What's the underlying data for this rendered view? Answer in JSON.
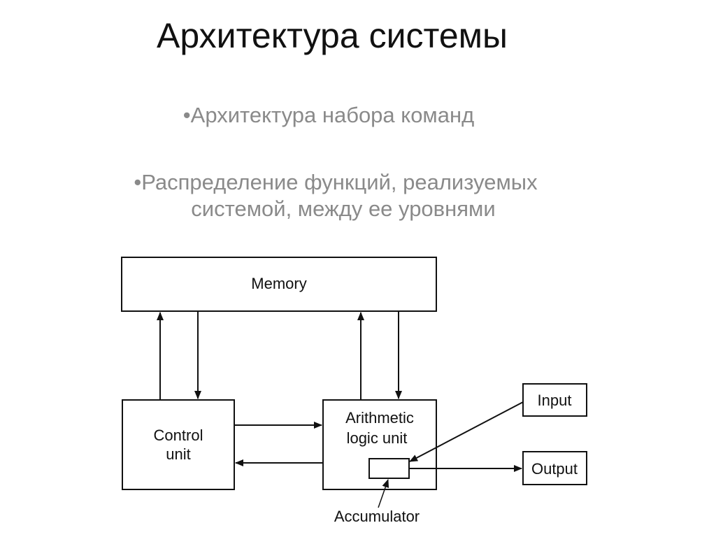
{
  "slide": {
    "title": "Архитектура системы",
    "bullets": [
      {
        "line1": "•Архитектура набора команд"
      },
      {
        "line1": "•Распределение функций, реализуемых",
        "line2": "системой, между ее уровнями"
      }
    ]
  },
  "diagram": {
    "memory": "Memory",
    "control_unit": {
      "line1": "Control",
      "line2": "unit"
    },
    "alu": {
      "line1": "Arithmetic",
      "line2": "logic unit"
    },
    "accumulator": "Accumulator",
    "input": "Input",
    "output": "Output"
  }
}
